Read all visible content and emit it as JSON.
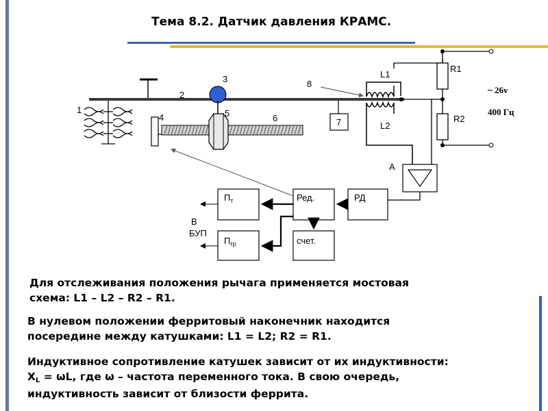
{
  "title": "Тема 8.2. Датчик давления КРАМС.",
  "diagram": {
    "labels": {
      "n1": "1",
      "n2": "2",
      "n3": "3",
      "n4": "4",
      "n5": "5",
      "n6": "6",
      "n7": "7",
      "n8": "8",
      "L1": "L1",
      "L2": "L2",
      "R1": "R1",
      "R2": "R2",
      "A": "A",
      "supply_voltage": "~ 26v",
      "supply_freq": "400 Гц",
      "out_line1": "В",
      "out_line2": "БУП"
    },
    "blocks": {
      "pt": "П",
      "pt_sub": "т",
      "pgr": "П",
      "pgr_sub": "гр",
      "red": "Ред.",
      "rd": "РД",
      "schet": "счет."
    }
  },
  "paragraphs": {
    "p1_line1": "Для отслеживания положения рычага применяется мостовая",
    "p1_line2": "схема: L1 – L2 – R2 – R1.",
    "p2_line1": "В нулевом положении ферритовый наконечник находится",
    "p2_line2": "посередине между катушками: L1 = L2; R2 = R1.",
    "p3_line1": "Индуктивное сопротивление катушек зависит от их индуктивности:",
    "p3_line2_var": "X",
    "p3_line2_sub": "L",
    "p3_line2_rest": " = ωL, где ω – частота переменного тока. В свою очередь,",
    "p3_line3": "индуктивность зависит от близости феррита."
  },
  "colors": {
    "left_bar": "#6f75a8",
    "underline_blue": "#3a62b8",
    "underline_gold": "#e8b434",
    "ball": "#2f5fd0"
  }
}
